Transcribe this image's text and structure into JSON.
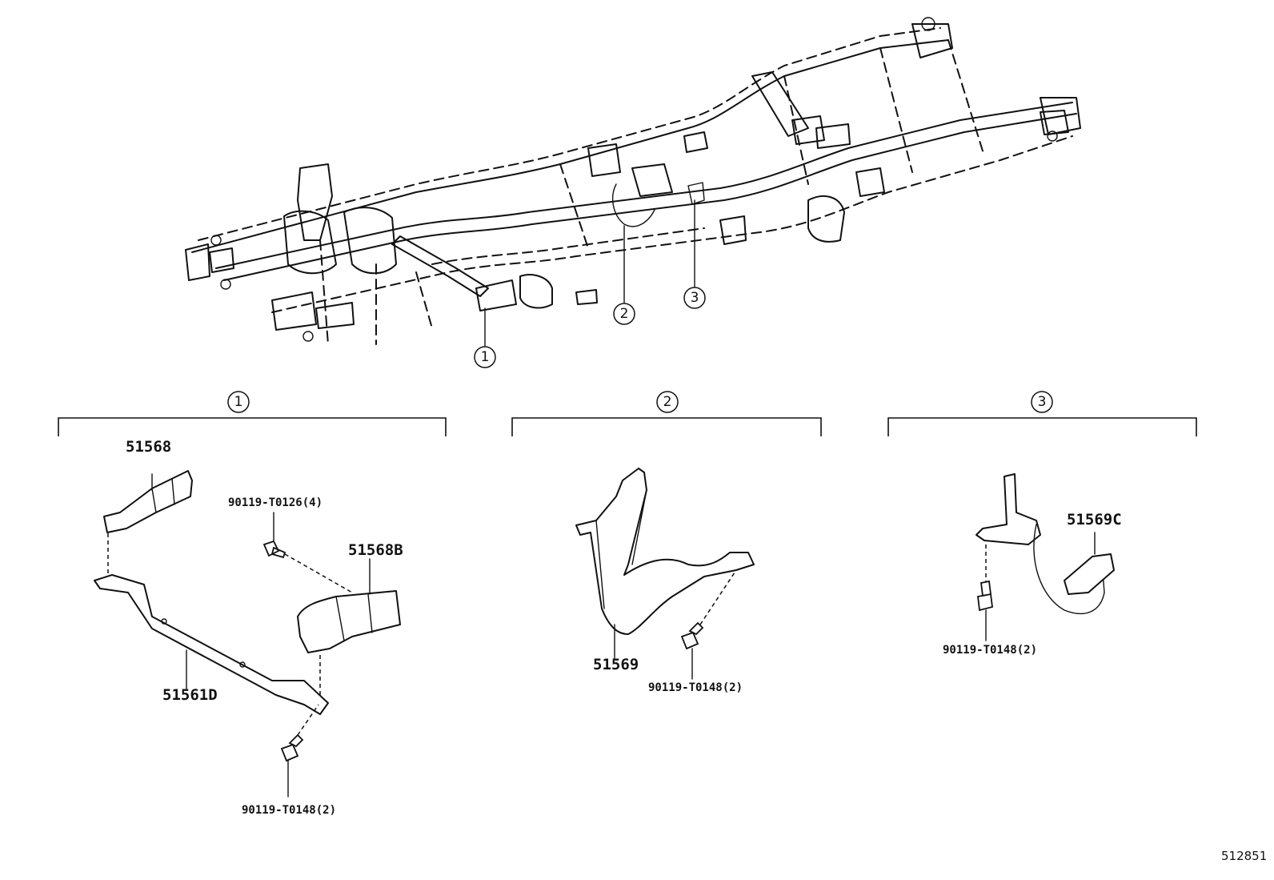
{
  "callouts": {
    "c1": "1",
    "c2": "2",
    "c3": "3"
  },
  "groups": {
    "g1": "1",
    "g2": "2",
    "g3": "3"
  },
  "parts": {
    "p51568": "51568",
    "p51568B": "51568B",
    "p51561D": "51561D",
    "bolt_t0126": "90119-T0126(4)",
    "bolt_t0148_g1": "90119-T0148(2)",
    "p51569": "51569",
    "bolt_t0148_g2": "90119-T0148(2)",
    "p51569C": "51569C",
    "bolt_t0148_g3": "90119-T0148(2)"
  },
  "doc_id": "512851"
}
